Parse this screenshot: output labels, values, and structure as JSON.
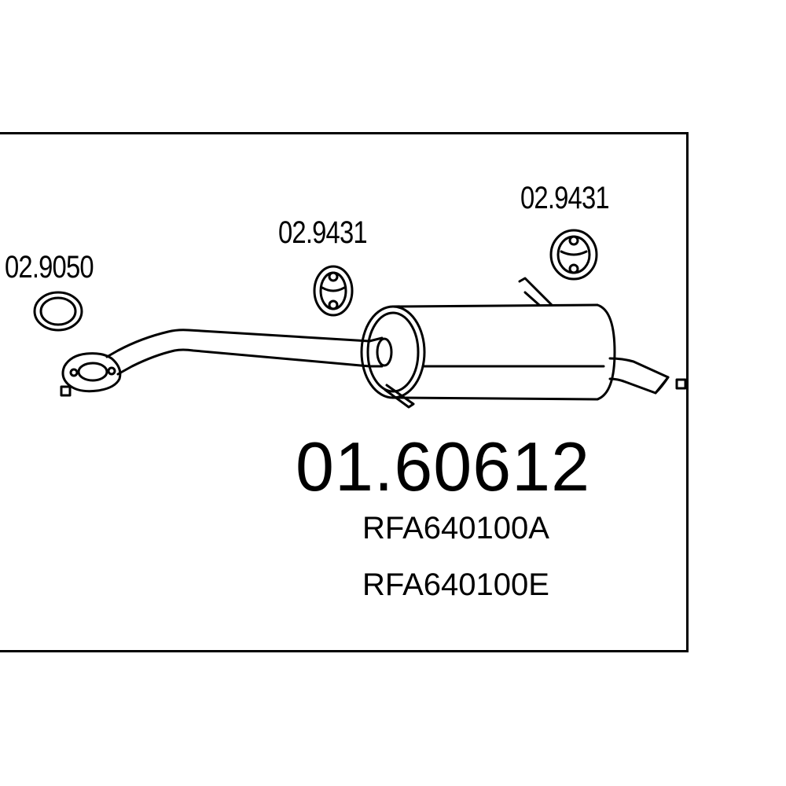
{
  "part_number": "01.60612",
  "reference_codes": [
    "RFA640100A",
    "RFA640100E"
  ],
  "accessories": [
    {
      "code": "02.9050",
      "item": "gasket-ring"
    },
    {
      "code": "02.9431",
      "item": "rubber-hanger"
    },
    {
      "code": "02.9431",
      "item": "rubber-hanger"
    }
  ]
}
